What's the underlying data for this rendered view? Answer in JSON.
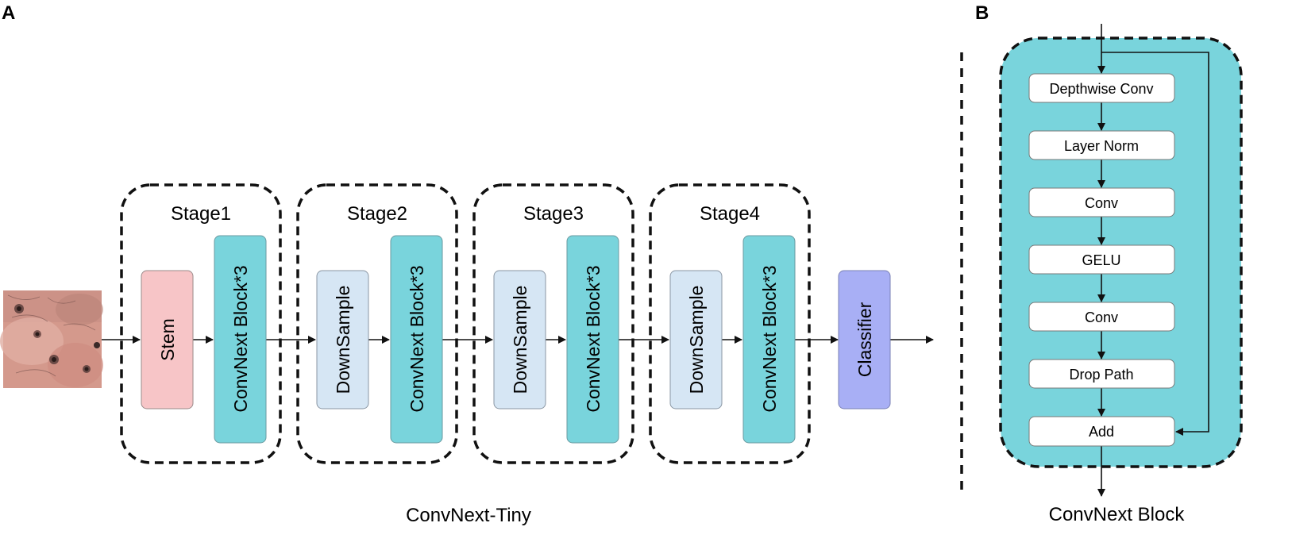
{
  "panel_a": {
    "letter": "A",
    "caption": "ConvNext-Tiny",
    "stages": [
      {
        "label": "Stage1",
        "first_block": "Stem",
        "second_block": "ConvNext Block*3"
      },
      {
        "label": "Stage2",
        "first_block": "DownSample",
        "second_block": "ConvNext Block*3"
      },
      {
        "label": "Stage3",
        "first_block": "DownSample",
        "second_block": "ConvNext Block*3"
      },
      {
        "label": "Stage4",
        "first_block": "DownSample",
        "second_block": "ConvNext Block*3"
      }
    ],
    "classifier": "Classifier"
  },
  "panel_b": {
    "letter": "B",
    "caption": "ConvNext Block",
    "layers": [
      "Depthwise Conv",
      "Layer Norm",
      "Conv",
      "GELU",
      "Conv",
      "Drop Path",
      "Add"
    ]
  },
  "colors": {
    "stem": "#f7c5c7",
    "downsample": "#d6e6f4",
    "convnext_block": "#79d4dc",
    "classifier": "#a8aff5",
    "block_background": "#79d4dc",
    "layer_box": "#ffffff"
  }
}
